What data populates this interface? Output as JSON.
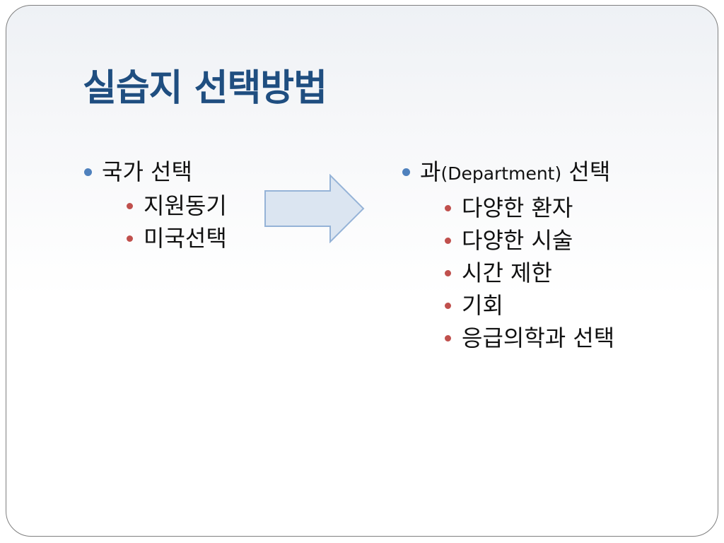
{
  "slide": {
    "title": "실습지 선택방법",
    "left": {
      "heading": "국가 선택",
      "items": [
        "지원동기",
        "미국선택"
      ]
    },
    "right": {
      "heading_ko": "과",
      "heading_en": "(Department)",
      "heading_suffix": "선택",
      "items": [
        "다양한 환자",
        "다양한 시술",
        "시간 제한",
        "기회",
        "응급의학과 선택"
      ]
    }
  },
  "colors": {
    "title": "#1f4e80",
    "bullet_level1": "#4f81bd",
    "bullet_level2": "#c0504d",
    "arrow_fill": "#dbe5f1",
    "arrow_stroke": "#95b3d7"
  },
  "icons": {
    "arrow": "right-arrow-icon"
  }
}
